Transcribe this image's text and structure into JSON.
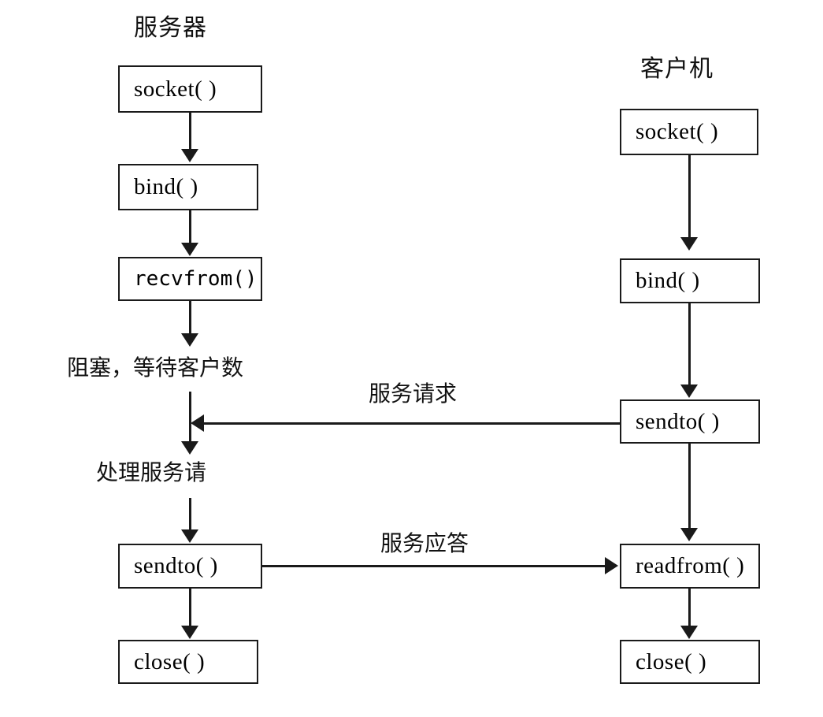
{
  "diagram": {
    "title_left": "服务器",
    "title_right": "客户机",
    "colors": {
      "stroke": "#1a1a1a",
      "text": "#000000",
      "background": "#ffffff"
    },
    "server_column": {
      "header": "服务器",
      "nodes": [
        {
          "id": "server-socket",
          "label": "socket( )",
          "font": "serif"
        },
        {
          "id": "server-bind",
          "label": "bind( )",
          "font": "serif"
        },
        {
          "id": "server-recvfrom",
          "label": "recvfrom()",
          "font": "mono"
        },
        {
          "id": "server-sendto",
          "label": "sendto( )",
          "font": "serif"
        },
        {
          "id": "server-close",
          "label": "close( )",
          "font": "serif"
        }
      ],
      "notes": [
        {
          "id": "server-block-note",
          "label": "阻塞，等待客户数"
        },
        {
          "id": "server-handle-note",
          "label": "处理服务请"
        }
      ]
    },
    "client_column": {
      "header": "客户机",
      "nodes": [
        {
          "id": "client-socket",
          "label": "socket( )",
          "font": "serif"
        },
        {
          "id": "client-bind",
          "label": "bind( )",
          "font": "serif"
        },
        {
          "id": "client-sendto",
          "label": "sendto( )",
          "font": "serif"
        },
        {
          "id": "client-readfrom",
          "label": "readfrom( )",
          "font": "serif"
        },
        {
          "id": "client-close",
          "label": "close( )",
          "font": "serif"
        }
      ]
    },
    "edges": [
      {
        "id": "service-request",
        "label": "服务请求",
        "direction": "client-to-server"
      },
      {
        "id": "service-response",
        "label": "服务应答",
        "direction": "server-to-client"
      }
    ]
  }
}
